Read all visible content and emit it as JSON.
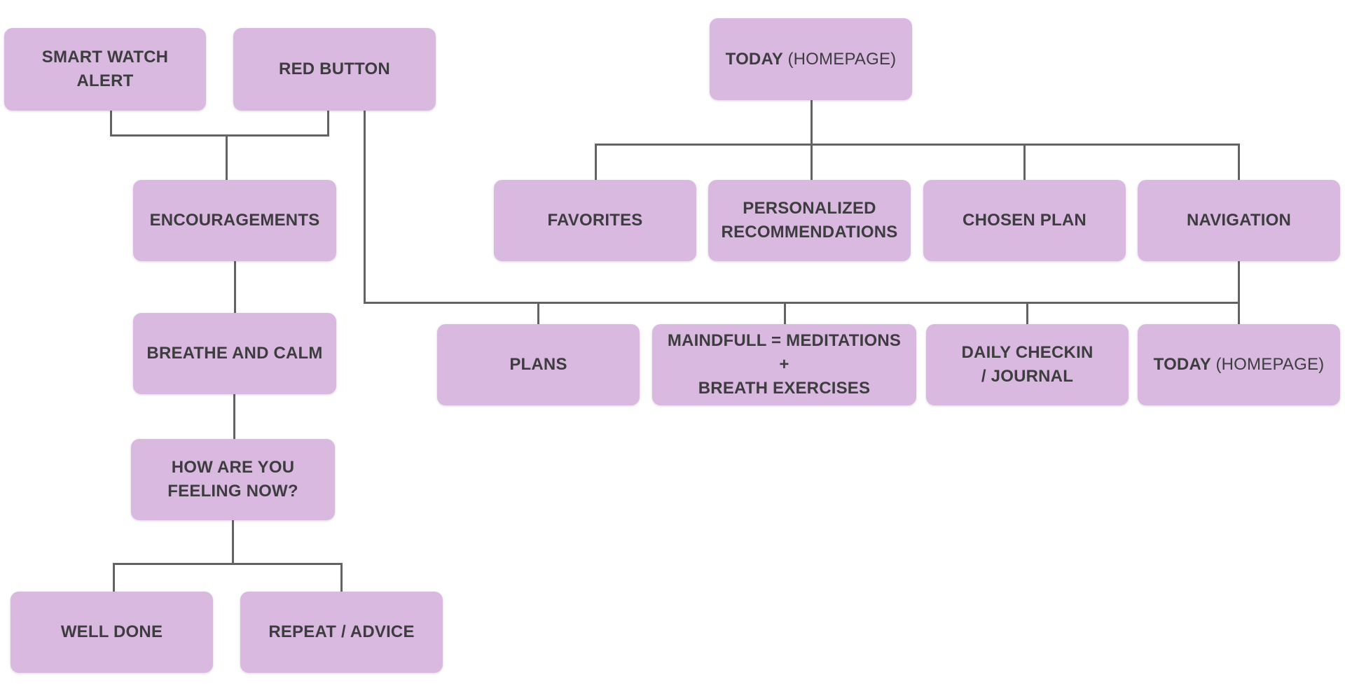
{
  "theme": {
    "background": "#ffffff",
    "node_fill": "#d9b9e0",
    "node_text_color": "#3d3d3f",
    "connector_color": "#636363"
  },
  "nodes": {
    "smart_watch_alert": {
      "lines": [
        "SMART WATCH",
        "ALERT"
      ]
    },
    "red_button": {
      "lines": [
        "RED BUTTON"
      ]
    },
    "today_homepage_top": {
      "bold": "TODAY",
      "regular": "(HOMEPAGE)"
    },
    "encouragements": {
      "lines": [
        "ENCOURAGEMENTS"
      ]
    },
    "favorites": {
      "lines": [
        "FAVORITES"
      ]
    },
    "personalized_recommendations": {
      "lines": [
        "PERSONALIZED",
        "RECOMMENDATIONS"
      ]
    },
    "chosen_plan": {
      "lines": [
        "CHOSEN PLAN"
      ]
    },
    "navigation": {
      "lines": [
        "NAVIGATION"
      ]
    },
    "breathe_and_calm": {
      "lines": [
        "BREATHE AND CALM"
      ]
    },
    "plans": {
      "lines": [
        "PLANS"
      ]
    },
    "maindfull_meditations": {
      "lines": [
        "MAINDFULL = MEDITATIONS +",
        "BREATH EXERCISES"
      ]
    },
    "daily_checkin_journal": {
      "lines": [
        "DAILY CHECKIN",
        "/ JOURNAL"
      ]
    },
    "today_homepage_bottom": {
      "bold": "TODAY",
      "regular": "(HOMEPAGE)"
    },
    "how_are_you_feeling": {
      "lines": [
        "HOW ARE YOU",
        "FEELING NOW?"
      ]
    },
    "well_done": {
      "lines": [
        "WELL DONE"
      ]
    },
    "repeat_advice": {
      "lines": [
        "REPEAT / ADVICE"
      ]
    }
  }
}
